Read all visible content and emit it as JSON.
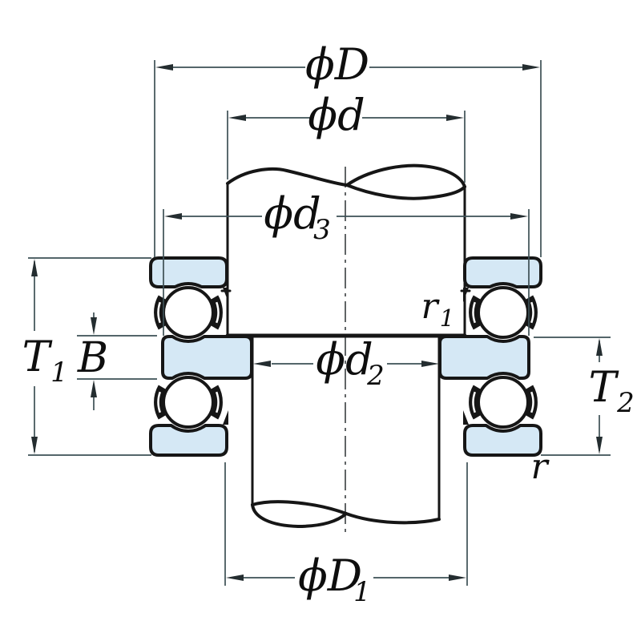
{
  "diagram": {
    "labels": {
      "phi_D": {
        "text": "ϕD",
        "sub": ""
      },
      "phi_d": {
        "text": "ϕd",
        "sub": ""
      },
      "phi_d3": {
        "text": "ϕd",
        "sub": "3"
      },
      "phi_d2": {
        "text": "ϕd",
        "sub": "2"
      },
      "phi_D1": {
        "text": "ϕD",
        "sub": "1"
      },
      "T1": {
        "text": "T",
        "sub": "1"
      },
      "T2": {
        "text": "T",
        "sub": "2"
      },
      "B": {
        "text": "B",
        "sub": ""
      },
      "r1": {
        "text": "r",
        "sub": "1"
      },
      "r": {
        "text": "r",
        "sub": ""
      }
    },
    "colors": {
      "background": "#ffffff",
      "outline": "#161616",
      "washer_fill": "#d5e8f5",
      "dimension_line": "#3d5055",
      "text": "#0e0e0e"
    }
  }
}
